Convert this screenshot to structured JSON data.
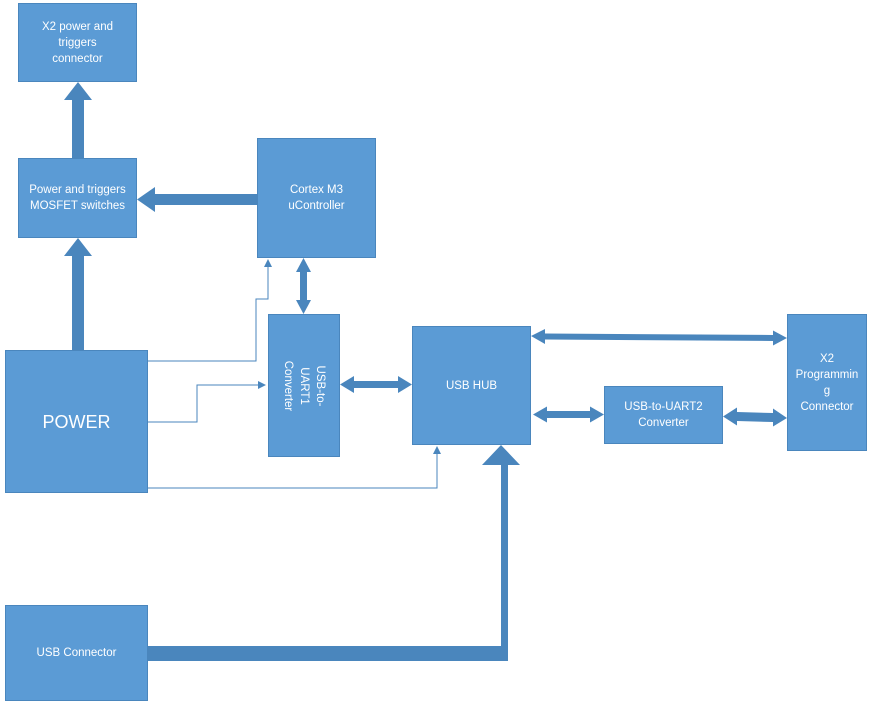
{
  "blocks": {
    "x2_power_connector": "X2 power and\ntriggers\nconnector",
    "mosfet_switches": "Power and triggers\nMOSFET switches",
    "cortex": "Cortex M3\nuController",
    "power": "POWER",
    "usb_uart1": "USB-to-UART1\nConverter",
    "usb_hub": "USB HUB",
    "usb_uart2": "USB-to-UART2\nConverter",
    "x2_programming": "X2\nProgrammin\ng\nConnector",
    "usb_connector": "USB Connector"
  },
  "colors": {
    "block_fill": "#5B9BD5",
    "arrow": "#4A86BD",
    "text": "#FFFFFF"
  }
}
